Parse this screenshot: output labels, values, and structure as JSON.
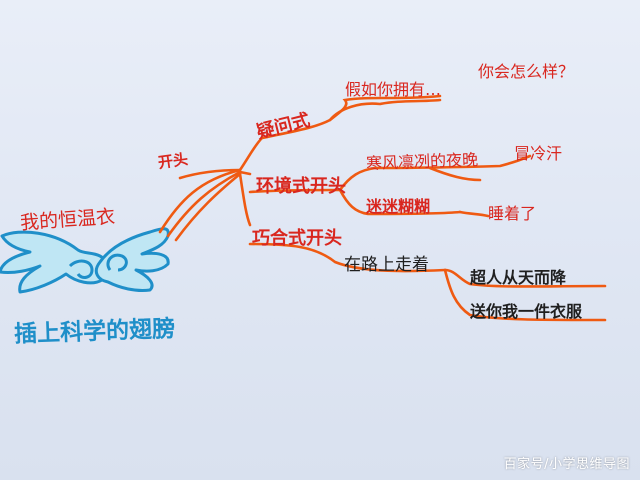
{
  "theme": {
    "background": "#e3e9f5",
    "branch_color": "#ef5a12",
    "label_red": "#d9271f",
    "label_black": "#1f1f1f",
    "wings_blue": "#1f8fc9"
  },
  "title": {
    "line1": "我的恒温衣",
    "line2": "插上科学的翅膀"
  },
  "mindmap": {
    "root_branch": "开头",
    "branches": [
      {
        "label": "疑问式",
        "children": [
          {
            "text": "假如你拥有…",
            "follow": "你会怎么样？"
          }
        ]
      },
      {
        "label": "环境式开头",
        "children": [
          {
            "text": "寒风凛冽的夜晚",
            "follow": "冒冷汗"
          },
          {
            "text": "迷迷糊糊",
            "follow": "睡着了"
          }
        ]
      },
      {
        "label": "巧合式开头",
        "children": [
          {
            "text": "在路上走着",
            "follow": null,
            "subs": [
              "超人从天而降",
              "送你我一件衣服"
            ]
          }
        ]
      }
    ]
  },
  "watermark": "百家号/小学思维导图"
}
